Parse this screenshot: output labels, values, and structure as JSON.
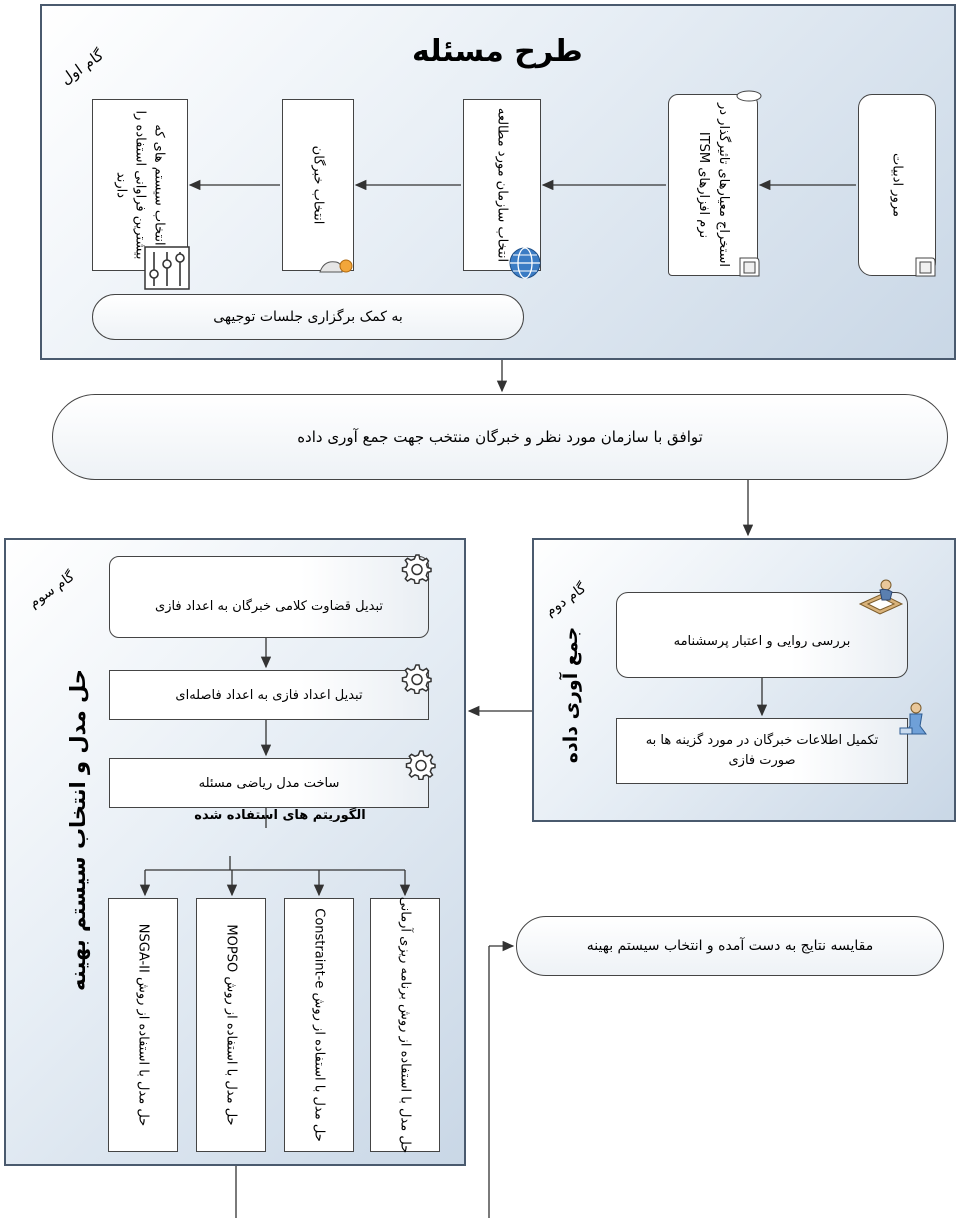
{
  "step1": {
    "step_label": "گام اول",
    "title": "طرح مسئله",
    "boxes": [
      "مرور ادبیات",
      "استخراج معیارهای تاثیرگذار در نرم افزارهای ITSM",
      "انتخاب سازمان مورد مطالعه",
      "انتخاب خبرگان",
      "انتخاب سیستم های که بیشترین فراوانی استفاده را دارند"
    ],
    "sessions_label": "به کمک برگزاری جلسات توجیهی"
  },
  "agreement_label": "توافق با سازمان مورد نظر و خبرگان منتخب جهت جمع آوری داده",
  "step2": {
    "step_label": "گام دوم",
    "title": "جمع آوری داده",
    "box1": "بررسی روایی و اعتبار پرسشنامه",
    "box2": "تکمیل اطلاعات خبرگان در مورد گزینه ها به صورت فازی"
  },
  "step3": {
    "step_label": "گام سوم",
    "title": "حل مدل و انتخاب سیستم بهینه",
    "box1": "تبدیل قضاوت کلامی خبرگان به اعداد فازی",
    "box2": "تبدیل اعداد فازی به اعداد فاصله‌ای",
    "box3": "ساخت مدل ریاضی مسئله",
    "algorithms_label": "الگوریتم های استفاده شده",
    "algorithms": [
      "حل مدل با استفاده از روش NSGA-II",
      "حل مدل با استفاده از روش MOPSO",
      "حل مدل با استفاده از روش Constraint-e",
      "حل مدل با استفاده از روش برنامه ریزی آرمانی"
    ]
  },
  "compare_label": "مقایسه نتایج به دست آمده و انتخاب سیستم بهینه",
  "colors": {
    "panel_border": "#4a5a6e",
    "panel_fill": "#c9d7e6",
    "line": "#333333"
  },
  "icons": [
    "scroll-icon",
    "globe-icon",
    "person-icon",
    "sliders-icon",
    "gear-icon",
    "reading-person-icon",
    "sitting-person-icon"
  ]
}
